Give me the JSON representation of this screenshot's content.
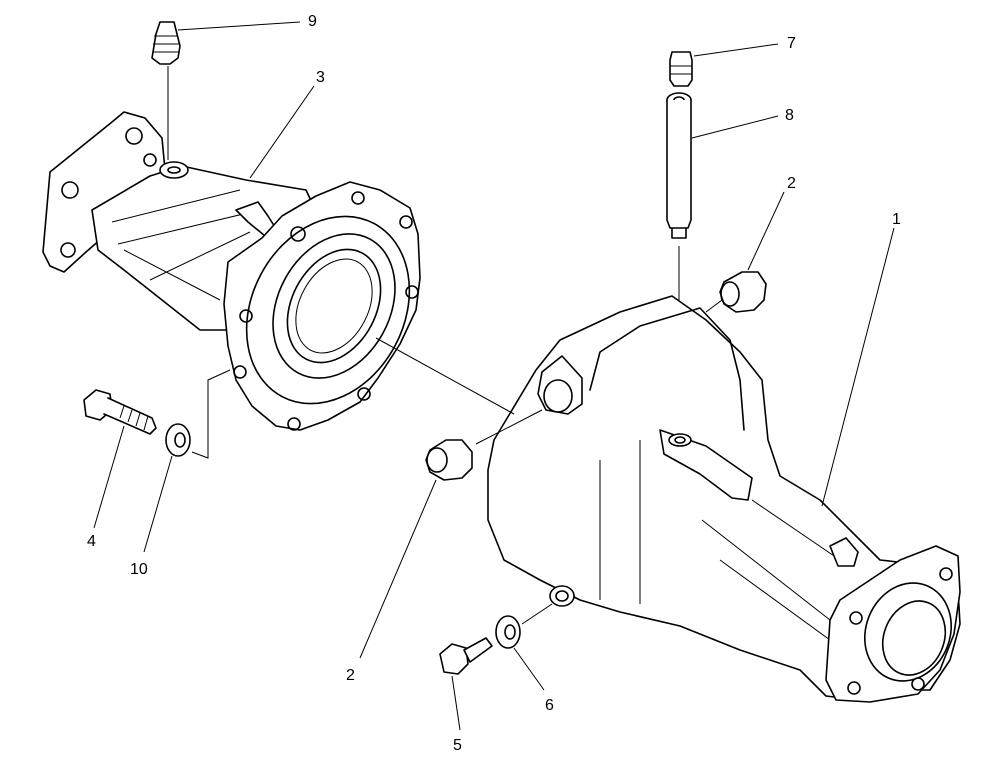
{
  "colors": {
    "line": "#000000",
    "background": "#ffffff"
  },
  "callouts": [
    {
      "id": "c9",
      "text": "9"
    },
    {
      "id": "c3",
      "text": "3"
    },
    {
      "id": "c7",
      "text": "7"
    },
    {
      "id": "c8",
      "text": "8"
    },
    {
      "id": "c2a",
      "text": "2"
    },
    {
      "id": "c1",
      "text": "1"
    },
    {
      "id": "c4",
      "text": "4"
    },
    {
      "id": "c10",
      "text": "10"
    },
    {
      "id": "c2b",
      "text": "2"
    },
    {
      "id": "c6",
      "text": "6"
    },
    {
      "id": "c5",
      "text": "5"
    }
  ]
}
